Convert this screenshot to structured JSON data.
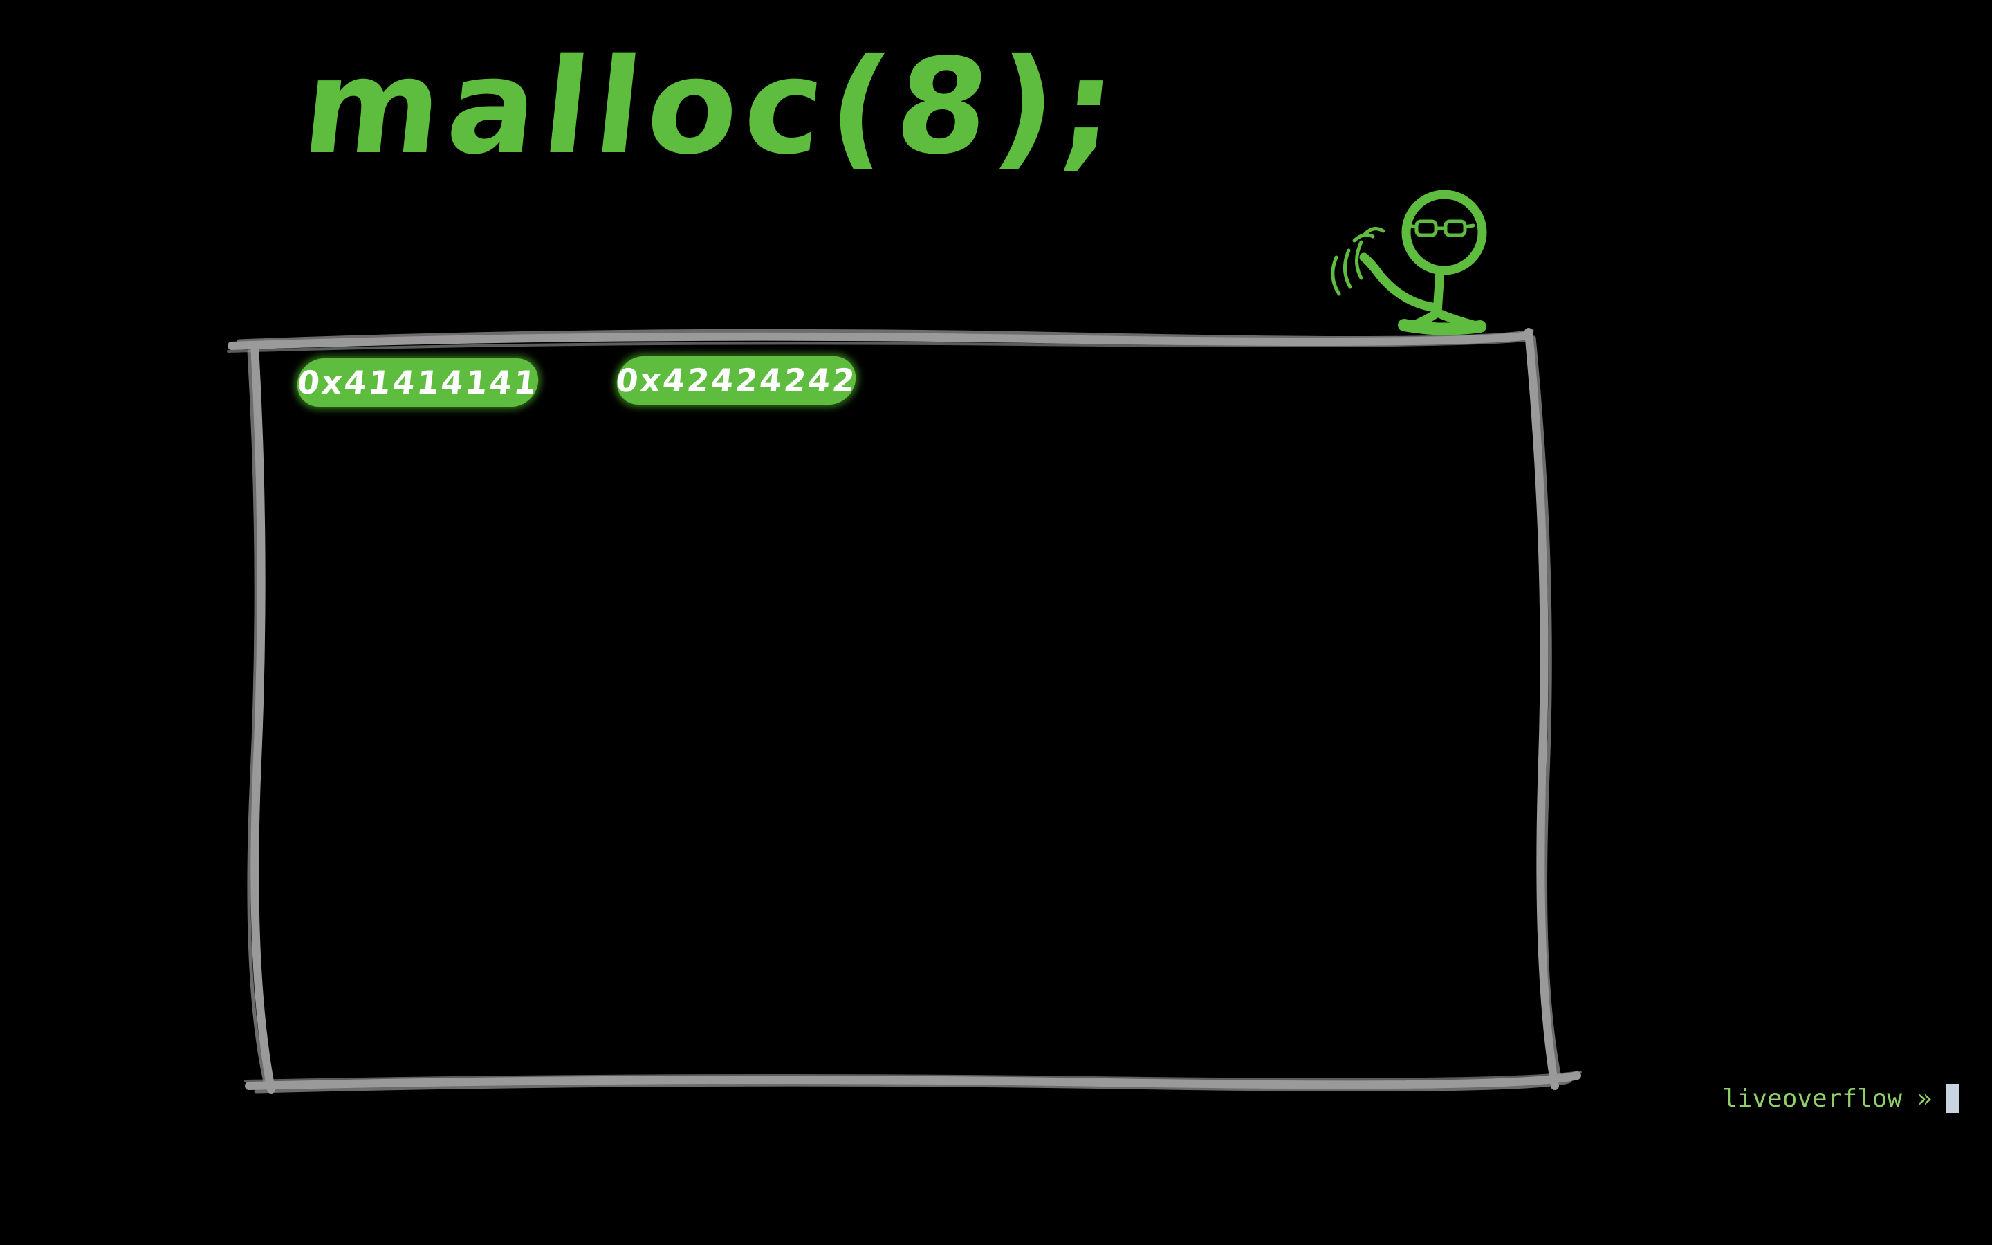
{
  "title": "malloc(8);",
  "chunk_values": [
    "0x41414141",
    "0x42424242"
  ],
  "prompt": {
    "text": "liveoverflow »"
  },
  "icons": {
    "mascot": "waving-stick-figure-with-glasses",
    "cursor": "block-cursor"
  },
  "colors": {
    "background": "#000000",
    "accent_green": "#5ebd3e",
    "box_gray": "#9a9a9a",
    "chip_text": "#ffffff",
    "prompt_green": "#8fce6a",
    "cursor": "#c8d4e0"
  }
}
